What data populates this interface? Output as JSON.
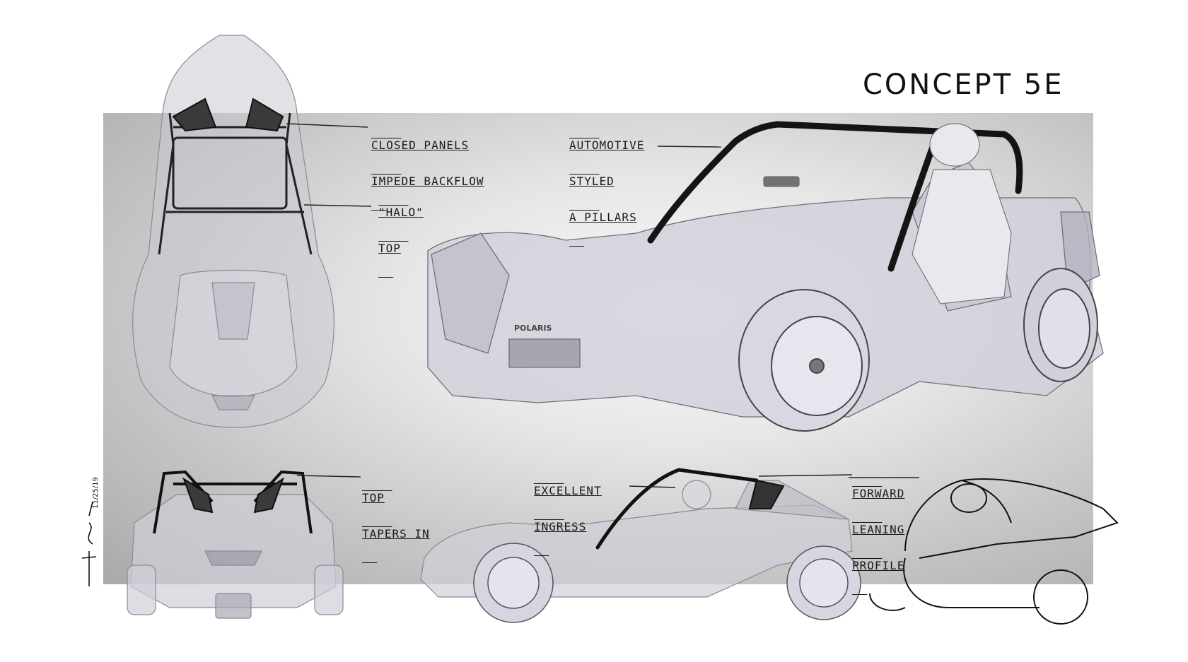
{
  "sheet": {
    "title": "CONCEPT 5E",
    "callouts": {
      "closed_panels": [
        "CLOSED PANELS",
        "IMPEDE BACKFLOW"
      ],
      "halo_top": [
        "\"HALO\"",
        "TOP"
      ],
      "automotive_pillars": [
        "AUTOMOTIVE",
        "STYLED",
        "A PILLARS"
      ],
      "top_tapers": [
        "TOP",
        "TAPERS IN"
      ],
      "excellent_ingress": [
        "EXCELLENT",
        "INGRESS"
      ],
      "forward_leaning": [
        "FORWARD",
        "LEANING",
        "PROFILE"
      ]
    },
    "grille_badge": "POLARIS",
    "signature_date": "11/25/19",
    "colors": {
      "background": "#ffffff",
      "panel_light": "#f4f4f4",
      "panel_dark": "#a9a9a9",
      "ink": "#111111",
      "roof_bar": "#2a2a2a"
    }
  }
}
